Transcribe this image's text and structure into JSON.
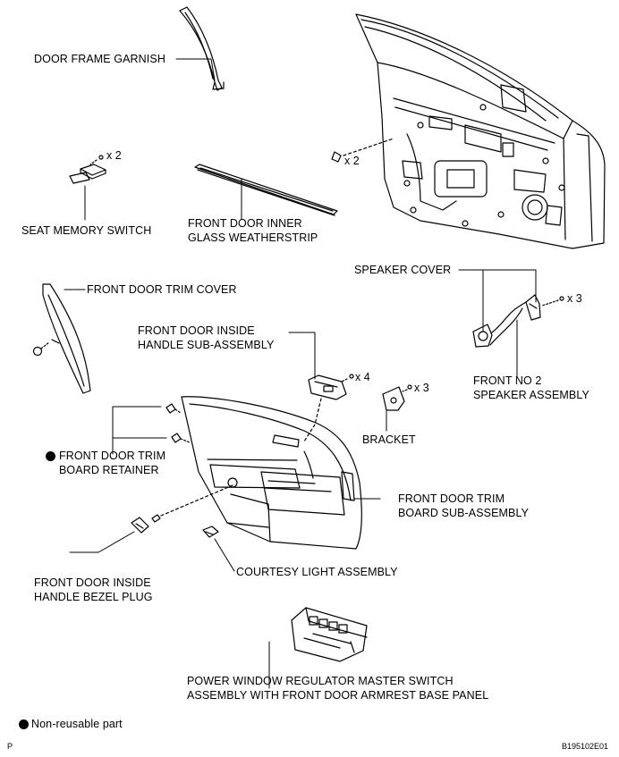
{
  "labels": {
    "door_frame_garnish": "DOOR FRAME GARNISH",
    "seat_memory_switch": "SEAT MEMORY SWITCH",
    "inner_weatherstrip_l1": "FRONT DOOR INNER",
    "inner_weatherstrip_l2": "GLASS WEATHERSTRIP",
    "speaker_cover": "SPEAKER COVER",
    "trim_cover": "FRONT DOOR TRIM COVER",
    "inside_handle_l1": "FRONT DOOR INSIDE",
    "inside_handle_l2": "HANDLE SUB-ASSEMBLY",
    "speaker_assy_l1": "FRONT NO  2",
    "speaker_assy_l2": "SPEAKER ASSEMBLY",
    "bracket": "BRACKET",
    "retainer_l1": "FRONT DOOR TRIM",
    "retainer_l2": "BOARD RETAINER",
    "trim_board_l1": "FRONT DOOR TRIM",
    "trim_board_l2": "BOARD SUB-ASSEMBLY",
    "bezel_plug_l1": "FRONT DOOR INSIDE",
    "bezel_plug_l2": "HANDLE BEZEL PLUG",
    "courtesy_light": "COURTESY LIGHT ASSEMBLY",
    "master_switch_l1": "POWER WINDOW REGULATOR MASTER SWITCH",
    "master_switch_l2": "ASSEMBLY WITH FRONT DOOR ARMREST BASE PANEL"
  },
  "quantities": {
    "seat_switch_screws": "x 2",
    "garnish_clips": "x 2",
    "speaker_screws": "x 3",
    "handle_screws": "x 4",
    "bracket_screws": "x 3"
  },
  "legend": {
    "non_reusable": "Non-reusable part"
  },
  "footer": {
    "left_code": "P",
    "figure_id": "B195102E01"
  }
}
